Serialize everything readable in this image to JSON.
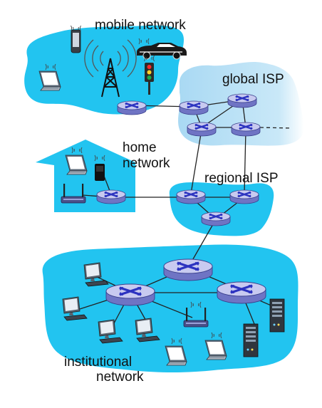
{
  "labels": {
    "mobile_network": "mobile network",
    "global_isp": "global ISP",
    "home_network_line1": "home",
    "home_network_line2": "network",
    "regional_isp": "regional ISP",
    "institutional_network_line1": "institutional",
    "institutional_network_line2": "network"
  },
  "colors": {
    "network_fill": "#22c4f0",
    "global_isp_fill": "#bde3f6",
    "router_body": "#8a8ed6",
    "router_top": "#c8caf0",
    "router_cross": "#2c33c0"
  }
}
